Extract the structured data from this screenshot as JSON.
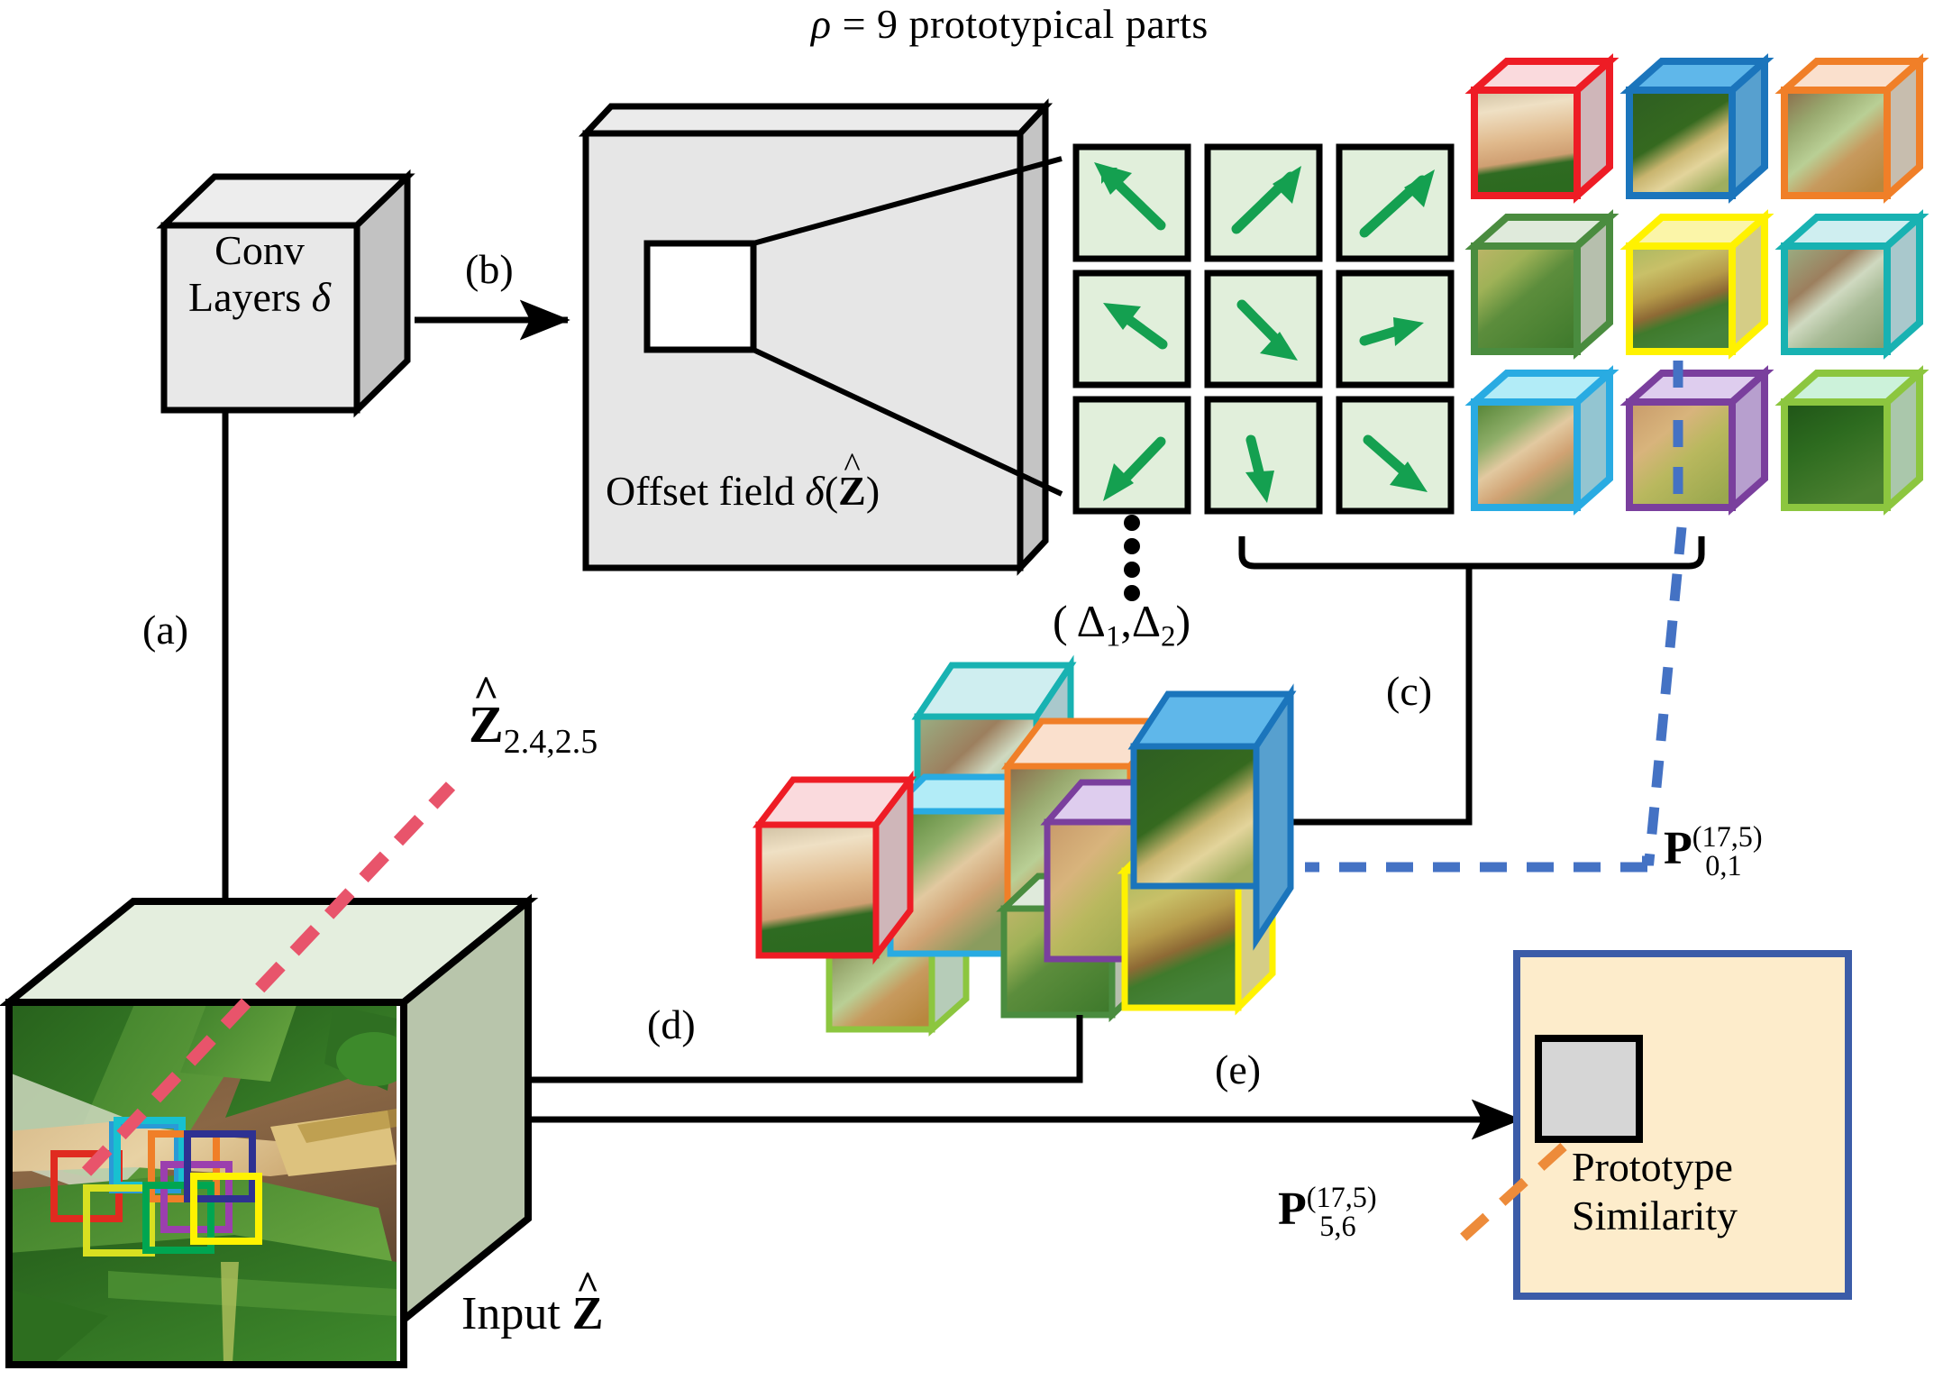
{
  "figure": {
    "title": "ρ = 9 prototypical parts",
    "conv_box_line1": "Conv",
    "conv_box_line2": "Layers δ",
    "offset_field_label": "Offset field δ(Ẑ)",
    "offset_tuple_label": "( Δ1,Δ2 )",
    "offset_dots": "⋮",
    "input_label": "Input Ẑ",
    "zhat_label": "Ẑ2.4,2.5",
    "prototype_similarity_line1": "Prototype",
    "prototype_similarity_line2": "Similarity",
    "p_label_blue_base": "P",
    "p_label_blue_sup": "(17,5)",
    "p_label_blue_sub": "0,1",
    "p_label_orange_base": "P",
    "p_label_orange_sup": "(17,5)",
    "p_label_orange_sub": "5,6",
    "edge_labels": {
      "a": "(a)",
      "b": "(b)",
      "c": "(c)",
      "d": "(d)",
      "e": "(e)"
    }
  },
  "chart_data": {
    "type": "diagram",
    "title": "ρ = 9 prototypical parts",
    "nodes": [
      {
        "id": "input",
        "label": "Input Ẑ",
        "kind": "image-cube"
      },
      {
        "id": "conv",
        "label": "Conv Layers δ",
        "kind": "cube"
      },
      {
        "id": "offset",
        "label": "Offset field δ(Ẑ)",
        "kind": "slab"
      },
      {
        "id": "offsetgrid",
        "label": "( Δ1,Δ2 )",
        "kind": "3x3-vector-grid"
      },
      {
        "id": "prototypes",
        "label": "ρ = 9 prototypical parts",
        "kind": "3x3-cube-grid"
      },
      {
        "id": "patches",
        "label": "",
        "kind": "scattered-cube-cluster"
      },
      {
        "id": "similarity",
        "label": "Prototype Similarity",
        "kind": "panel"
      }
    ],
    "edges": [
      {
        "label": "(a)",
        "from": "input",
        "to": "conv"
      },
      {
        "label": "(b)",
        "from": "conv",
        "to": "offset"
      },
      {
        "label": "(c)",
        "from": "prototypes",
        "to": "patches"
      },
      {
        "label": "(d)",
        "from": "patches",
        "to": "input"
      },
      {
        "label": "(e)",
        "from": "patches",
        "to": "similarity"
      }
    ],
    "offset_vectors": {
      "grid": [
        [
          "up-left",
          "up-right",
          "up-right"
        ],
        [
          "up-left",
          "down-right",
          "right"
        ],
        [
          "down-left",
          "down",
          "down-right"
        ]
      ],
      "angles_deg": [
        [
          135,
          45,
          40
        ],
        [
          150,
          -45,
          10
        ],
        [
          -135,
          -80,
          -40
        ]
      ],
      "arrow_color": "#14a050",
      "cell_fill": "#e1efdb"
    },
    "prototype_colors": [
      "#ee1c25",
      "#1b75bc",
      "#f07f28",
      "#4a8c3f",
      "#fff200",
      "#18b2b2",
      "#29abe2",
      "#7a3f9d",
      "#8cc63f"
    ],
    "input_bbox_colors": [
      "#e02b20",
      "#18c0d0",
      "#2a9ad6",
      "#d9e021",
      "#f07f28",
      "#9b3fae",
      "#00a651",
      "#2e3192",
      "#fff200"
    ],
    "accent_colors": {
      "zhat_dashed": "#e8546b",
      "blue_dashed": "#4472c4",
      "orange_dashed": "#ed8b3a",
      "similarity_fill": "#fdeccb",
      "similarity_border": "#3b5ca8",
      "cube_face": "#e3e3e3",
      "cube_side": "#bfbfbf",
      "input_top": "#e4eede",
      "input_side": "#b8c5ab"
    }
  }
}
